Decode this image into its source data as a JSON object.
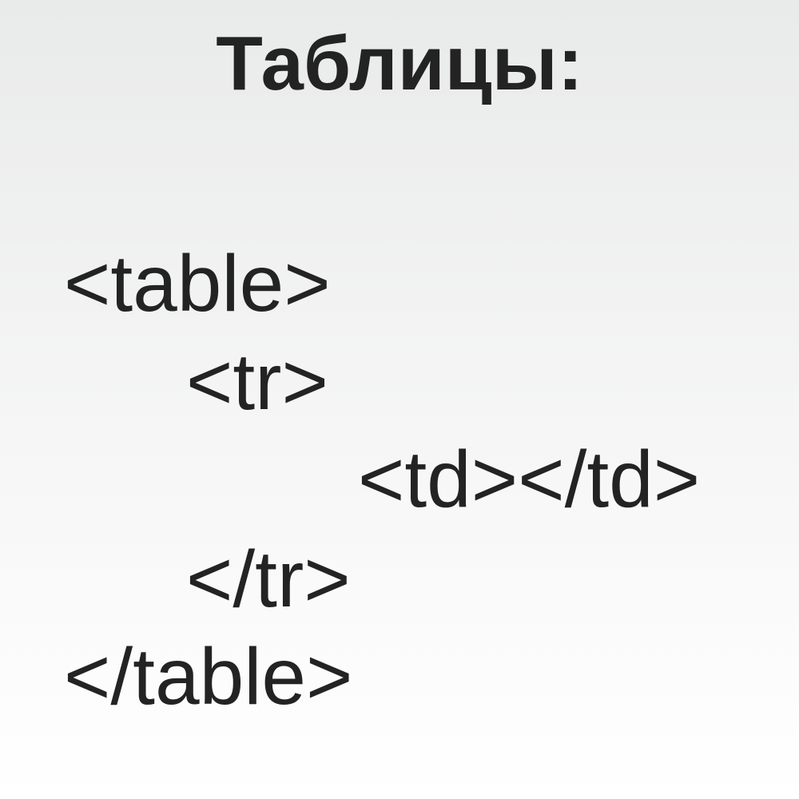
{
  "slide": {
    "title": "Таблицы:",
    "code_lines": [
      "<table>",
      "<tr>",
      "<td></td>",
      "</tr>",
      "</table>"
    ]
  }
}
